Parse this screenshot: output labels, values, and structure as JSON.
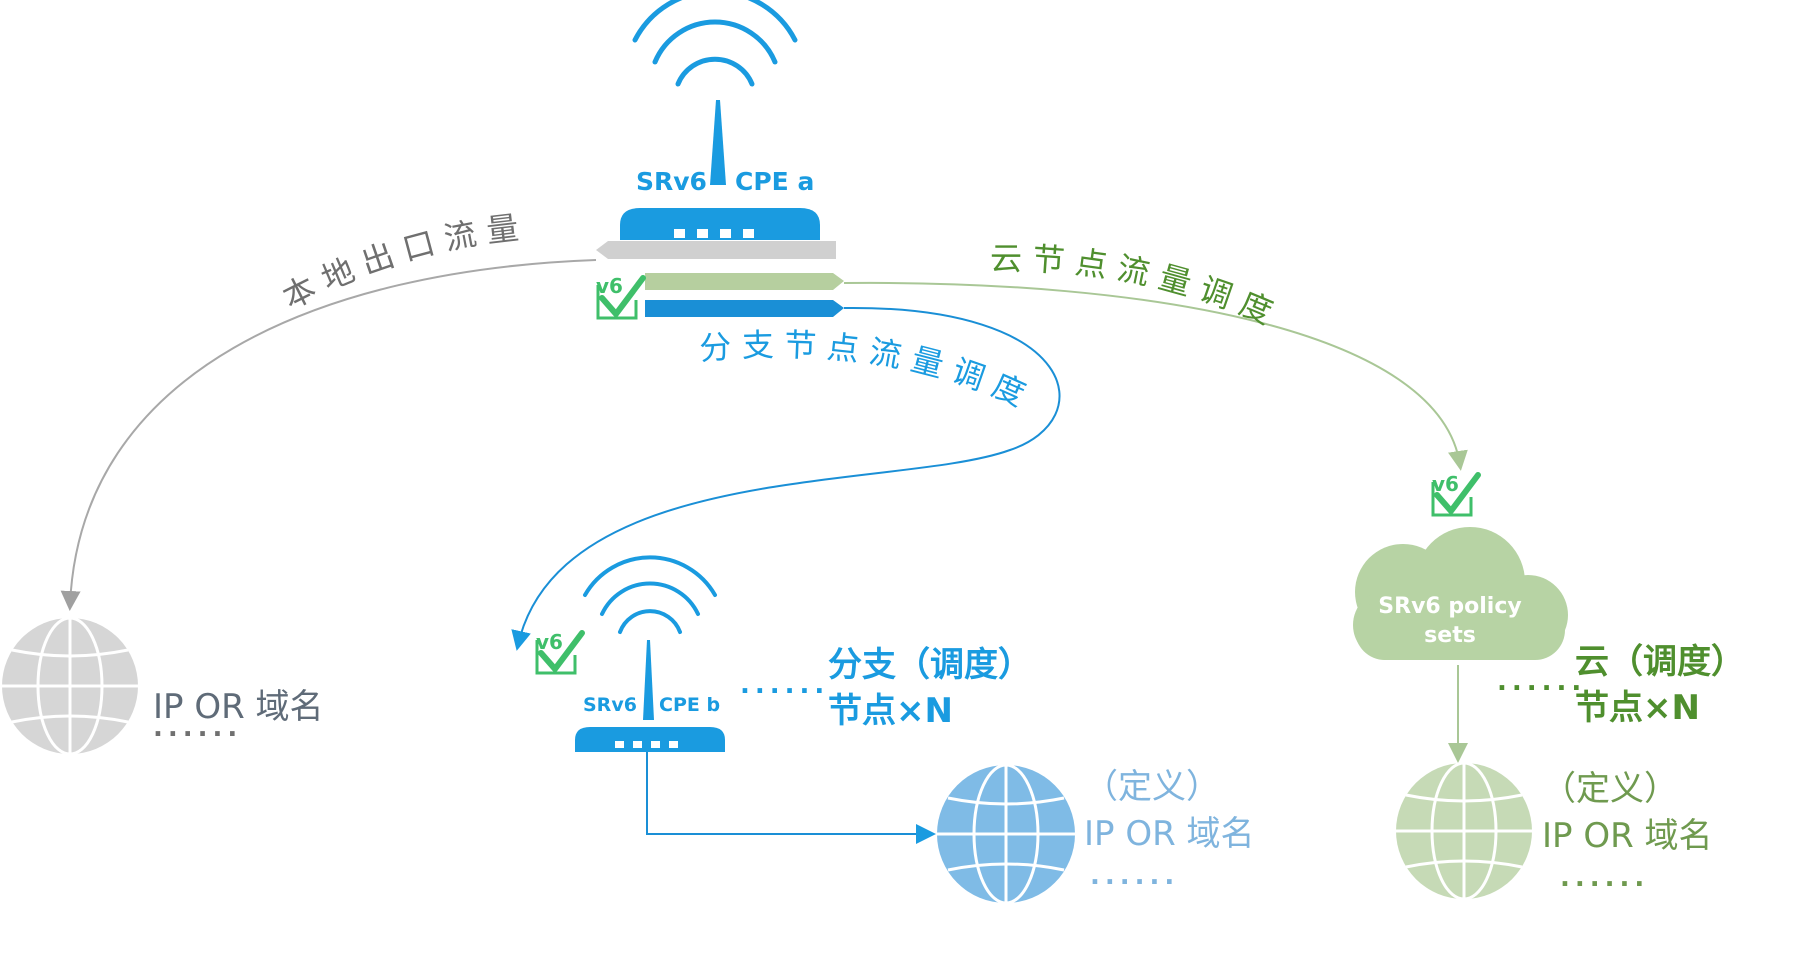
{
  "cpe_a": {
    "label_left": "SRv6",
    "label_right": "CPE a"
  },
  "cpe_b": {
    "label_left": "SRv6",
    "label_right": "CPE b"
  },
  "cloud": {
    "line1": "SRv6  policy",
    "line2": "sets"
  },
  "v6_badge": "v6",
  "flows": {
    "local": "本地出口流量",
    "branch": "分支节点流量调度",
    "cloud": "云节点流量调度"
  },
  "dest_local": {
    "line1": "IP OR 域名",
    "dots": "......"
  },
  "branch_node": {
    "dots": "......",
    "line1": "分支（调度）",
    "line2": "节点×N"
  },
  "dest_branch": {
    "line1": "（定义）",
    "line2": "IP OR 域名",
    "dots": "......"
  },
  "cloud_node": {
    "dots": "......",
    "line1": "云（调度）",
    "line2": "节点×N"
  },
  "dest_cloud": {
    "line1": "（定义）",
    "line2": "IP OR 域名",
    "dots": "......"
  },
  "colors": {
    "blue": "#1a9be0",
    "green": "#4f8f2e",
    "light_green": "#a9c796",
    "gray": "#b0b0b0",
    "text_gray": "#707070",
    "check": "#3fbf6a"
  }
}
